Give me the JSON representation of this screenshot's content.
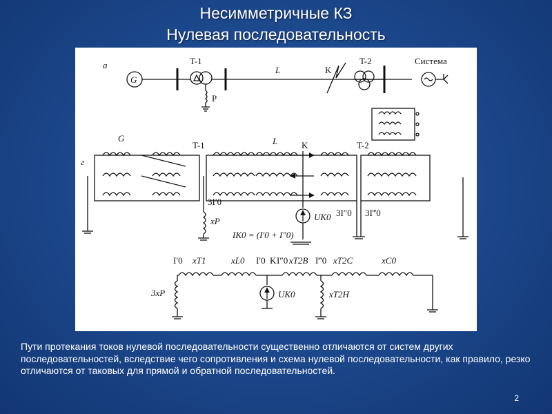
{
  "title": {
    "line1": "Несимметричные КЗ",
    "line2": "Нулевая последовательность"
  },
  "diagram": {
    "panel_a": {
      "tag": "a",
      "generator": "G",
      "t1": "T-1",
      "grounding": "P",
      "line": "L",
      "fault": "K",
      "t2": "T-2",
      "system": "Система"
    },
    "panel_g": {
      "tag": "г",
      "gen": "G",
      "t1": "T-1",
      "line": "L",
      "fault": "K",
      "t2": "T-2",
      "current_3i0p": "3I′0",
      "reactor_x": "xP",
      "source_u": "UK0",
      "i_k0_formula": "IK0 = (I′0 + I″0)",
      "current_3i0pp": "3I″0",
      "current_3i0ppp": "3I‴0"
    },
    "equivalent": {
      "i0p_left": "I′0",
      "x_t1": "xT1",
      "x_l0": "xL0",
      "i0p": "I′0",
      "k": "K",
      "i0pp": "I″0",
      "x_t2b": "xT2B",
      "i0ppp": "I‴0",
      "x_t2c": "xT2C",
      "x_c0": "xC0",
      "x3p": "3xP",
      "u_k0": "UK0",
      "x_t2h": "xT2H"
    }
  },
  "caption": "Пути протекания токов нулевой последовательности существенно отличаются от систем других последовательностей, вследствие чего сопротивления и схема нулевой последовательности, как правило, резко отличаются от таковых для прямой и обратной последовательностей.",
  "page_number": "2"
}
